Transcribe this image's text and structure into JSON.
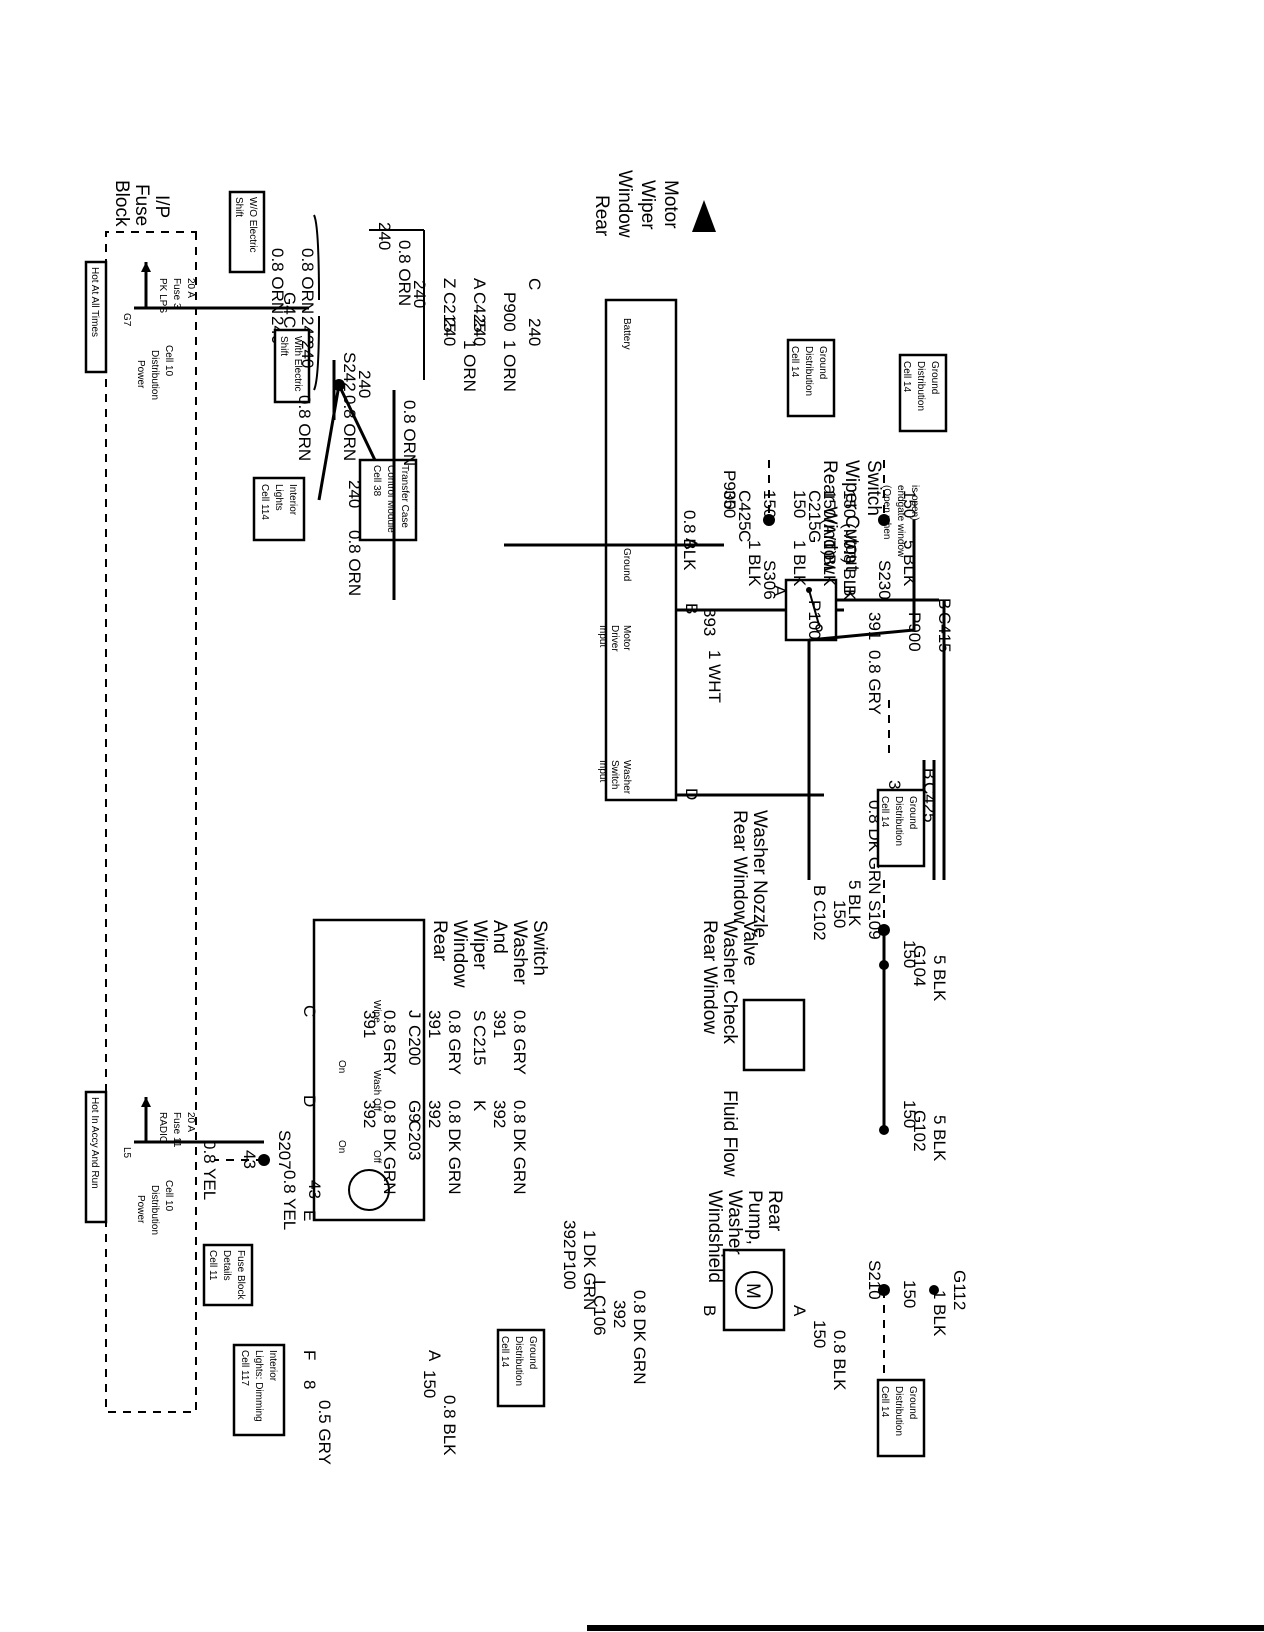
{
  "diagram": {
    "hot_accy_run": "Hot In Accy And Run",
    "hot_all_times": "Hot At All Times",
    "ip_fuse_block": [
      "I/P",
      "Fuse",
      "Block"
    ],
    "power_distribution": [
      "Power",
      "Distribution",
      "Cell 10"
    ],
    "radio_fuse": [
      "RADIO",
      "Fuse 11",
      "20 A"
    ],
    "pk_lps_fuse": [
      "PK LPS",
      "Fuse 3",
      "20 A"
    ],
    "fuse_pins": {
      "radio": "L5",
      "pk": "G7"
    },
    "fuse_block_details": [
      "Fuse Block",
      "Details",
      "Cell 11"
    ],
    "interior_lights_dimming": [
      "Interior",
      "Lights: Dimming",
      "Cell 117"
    ],
    "ground_distribution": [
      "Ground",
      "Distribution",
      "Cell 14"
    ],
    "interior_lights": [
      "Interior",
      "Lights",
      "Cell 114"
    ],
    "transfer_case": [
      "Transfer Case",
      "Control Module",
      "Cell 38"
    ],
    "with_electric_shift": [
      "With Electric",
      "Shift"
    ],
    "wo_electric_shift": [
      "W/O Electric",
      "Shift"
    ],
    "rear_wiper_switch_title": [
      "Rear",
      "Window",
      "Wiper",
      "And",
      "Washer",
      "Switch"
    ],
    "switch_positions": {
      "wipe": "Wipe",
      "wash_off": "Wash Off",
      "off": "Off",
      "on1": "On",
      "on2": "On"
    },
    "rear_wiper_motor_title": [
      "Rear",
      "Window",
      "Wiper",
      "Motor"
    ],
    "motor_pins": {
      "battery": "Battery",
      "ground": "Ground",
      "motor_driver": [
        "Motor",
        "Driver",
        "Input"
      ],
      "washer_switch": [
        "Washer",
        "Switch",
        "Input"
      ]
    },
    "cutout_switch_title": [
      "Rear Window",
      "Wiper Cutout",
      "Switch"
    ],
    "cutout_switch_note": [
      "(Open when",
      "endgate window",
      "is open)"
    ],
    "washer_pump_title": [
      "Windshield",
      "Washer",
      "Pump,",
      "Rear"
    ],
    "motor_symbol": "M",
    "check_valve_title": [
      "Rear Window",
      "Washer Check",
      "Valve"
    ],
    "nozzle_title": [
      "Rear Window",
      "Washer Nozzle"
    ],
    "fluid_flow": "Fluid Flow",
    "splices": {
      "s207": "S207",
      "s242": "S242",
      "s306": "S306",
      "s230": "S230",
      "s109": "S109",
      "s210": "S210"
    },
    "grounds": {
      "g104": "G104",
      "g102": "G102",
      "g112": "G112"
    },
    "wires": {
      "yel_43": "0.8 YEL",
      "yel_43_b": "0.8 YEL",
      "c43": "43",
      "c43_b": "43",
      "gry_8": "0.5 GRY",
      "c8": "8",
      "blk_150_sw": "0.8 BLK",
      "c150_sw": "150",
      "dkgrn_392_sw": "0.8 DK GRN",
      "c392_sw": "392",
      "gry_391_sw": "0.8 GRY",
      "c391_sw": "391",
      "dkgrn_392_c203": "0.8 DK GRN",
      "c392_c203": "392",
      "gry_391_c200": "0.8 GRY",
      "c391_c200": "391",
      "dkgrn_392_k": "0.8 DK GRN",
      "c392_k": "392",
      "gry_391_s": "0.8 GRY",
      "c391_s": "391",
      "dkgrn_1_392": "1 DK GRN",
      "c392_p100": "392",
      "dkgrn_08_pump": "0.8 DK GRN",
      "c392_pump": "392",
      "blk_08_pump": "0.8 BLK",
      "c150_pump": "150",
      "blk_1_g112": "1 BLK",
      "c150_g112": "150",
      "blk_5_g102": "5 BLK",
      "c150_g102": "150",
      "blk_5_g104": "5 BLK",
      "c150_g104": "150",
      "blk_5_c102": "5 BLK",
      "c150_c102": "150",
      "orn_240_a": "0.8 ORN",
      "c240_a": "240",
      "orn_240_b": "0.8 ORN",
      "c240_b": "240",
      "orn_240_c": "0.8 ORN",
      "c240_c": "240",
      "orn_240_d": "0.8 ORN",
      "c240_d": "240",
      "orn_240_e": "0.8 ORN",
      "c240_e": "240",
      "orn_240_f": "0.8 ORN",
      "c240_f": "240",
      "orn_240_g": "0.8 ORN",
      "c240_g": "240",
      "orn_240_h": "1 ORN",
      "c240_h": "240",
      "orn_240_i": "1 ORN",
      "c240_i": "240",
      "c240_j": "240",
      "gry_391_motor": "0.8 GRY",
      "c391_motor": "391",
      "dkgrn_392_motor": "0.8 DK GRN",
      "c392_motor": "392",
      "wht_393": "1 WHT",
      "c393": "393",
      "blk_350": "0.8 BLK",
      "c350": "350",
      "blk_150_s306": "1 BLK",
      "c150_s306": "150",
      "blk_150_c215": "1 BLK",
      "c150_c215": "150",
      "blk_150_at": "1 BLK",
      "c150_at": "150(A/T)",
      "blk_150_mt": "0.8 BLK",
      "c150_mt": "150 (M/T)",
      "blk_150_s230": "5 BLK",
      "c150_s230": "150"
    },
    "connectors": {
      "pin_e": "E",
      "pin_f": "F",
      "pin_a_sw": "A",
      "pin_d_sw": "D",
      "pin_c_sw": "C",
      "c203_g9": "G9",
      "c203": "C203",
      "c200_j": "J",
      "c200": "C200",
      "k": "K",
      "s_c215": "S",
      "c215": "C215",
      "p100": "P100",
      "c106": "C106",
      "c106_l": "L",
      "pump_b": "B",
      "pump_a": "A",
      "c102": "C102",
      "c102_b": "B",
      "c203_top": "C203",
      "c203_g4": "G4",
      "c215_top": "C215",
      "c215_z": "Z",
      "c425_top": "C425",
      "c425_a": "A",
      "p900_top": "P900",
      "motor_c": "C",
      "c415": "C415",
      "c415_b": "B",
      "p900_mid": "P900",
      "c425_mid": "C425",
      "c425_mid_b": "B",
      "sw_a": "A",
      "sw_b": "B",
      "motor_b": "B",
      "motor_d": "D",
      "motor_a": "A",
      "p900_gnd": "P900",
      "c425_gnd": "C425",
      "c425_c": "C",
      "c215_gnd": "C215",
      "c215_g": "G",
      "p100_gnd": "P100"
    }
  }
}
